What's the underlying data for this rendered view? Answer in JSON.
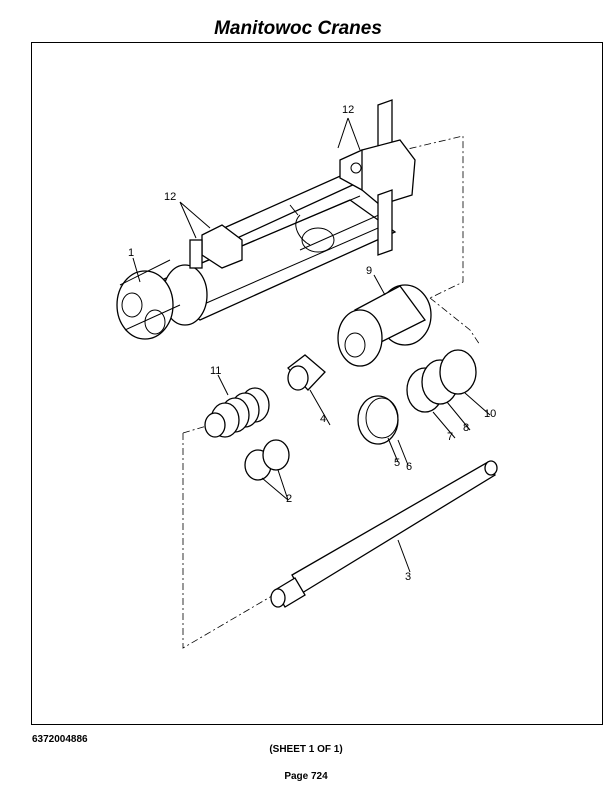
{
  "header": {
    "title": "Manitowoc Cranes"
  },
  "footer": {
    "part_number": "6372004886",
    "sheet": "(SHEET 1 OF 1)",
    "page": "Page 724"
  },
  "callouts": {
    "c1": "1",
    "c2": "2",
    "c3": "3",
    "c4": "4",
    "c5": "5",
    "c6": "6",
    "c7": "7",
    "c8": "8",
    "c9": "9",
    "c10": "10",
    "c11": "11",
    "c12a": "12",
    "c12b": "12"
  }
}
